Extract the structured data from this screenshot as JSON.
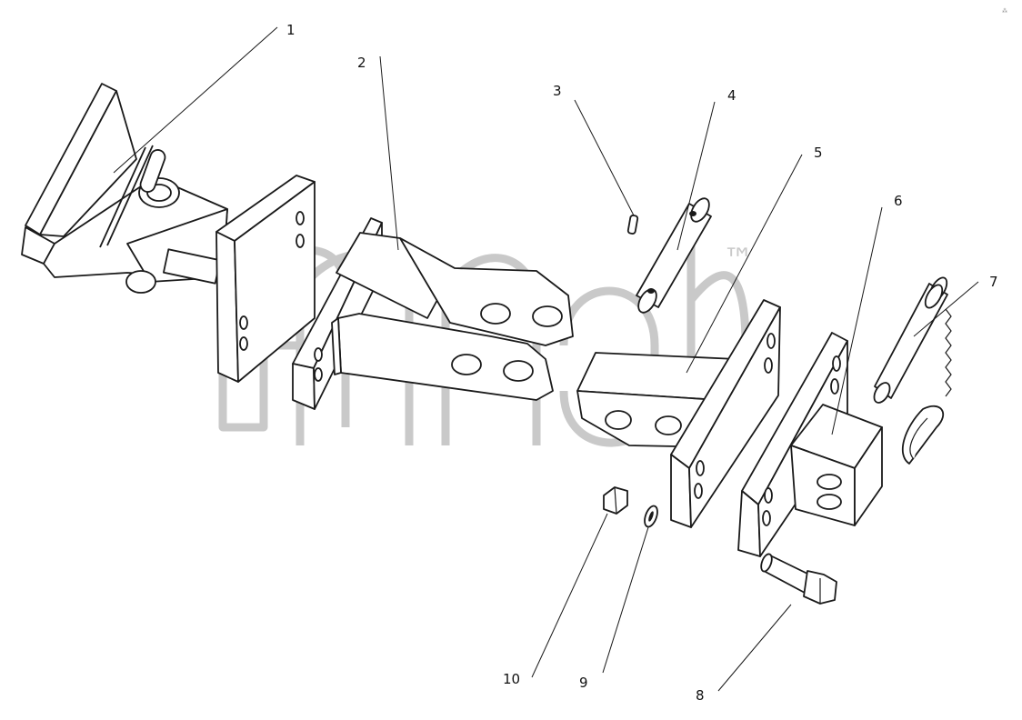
{
  "watermark": {
    "trademark": "™"
  },
  "corner_mark": "⁂",
  "callouts": [
    {
      "number": "1"
    },
    {
      "number": "2"
    },
    {
      "number": "3"
    },
    {
      "number": "4"
    },
    {
      "number": "5"
    },
    {
      "number": "6"
    },
    {
      "number": "7"
    },
    {
      "number": "8"
    },
    {
      "number": "9"
    },
    {
      "number": "10"
    }
  ],
  "colors": {
    "line": "#1a1a1a",
    "watermark": "#c9c9c9",
    "background": "#ffffff"
  }
}
